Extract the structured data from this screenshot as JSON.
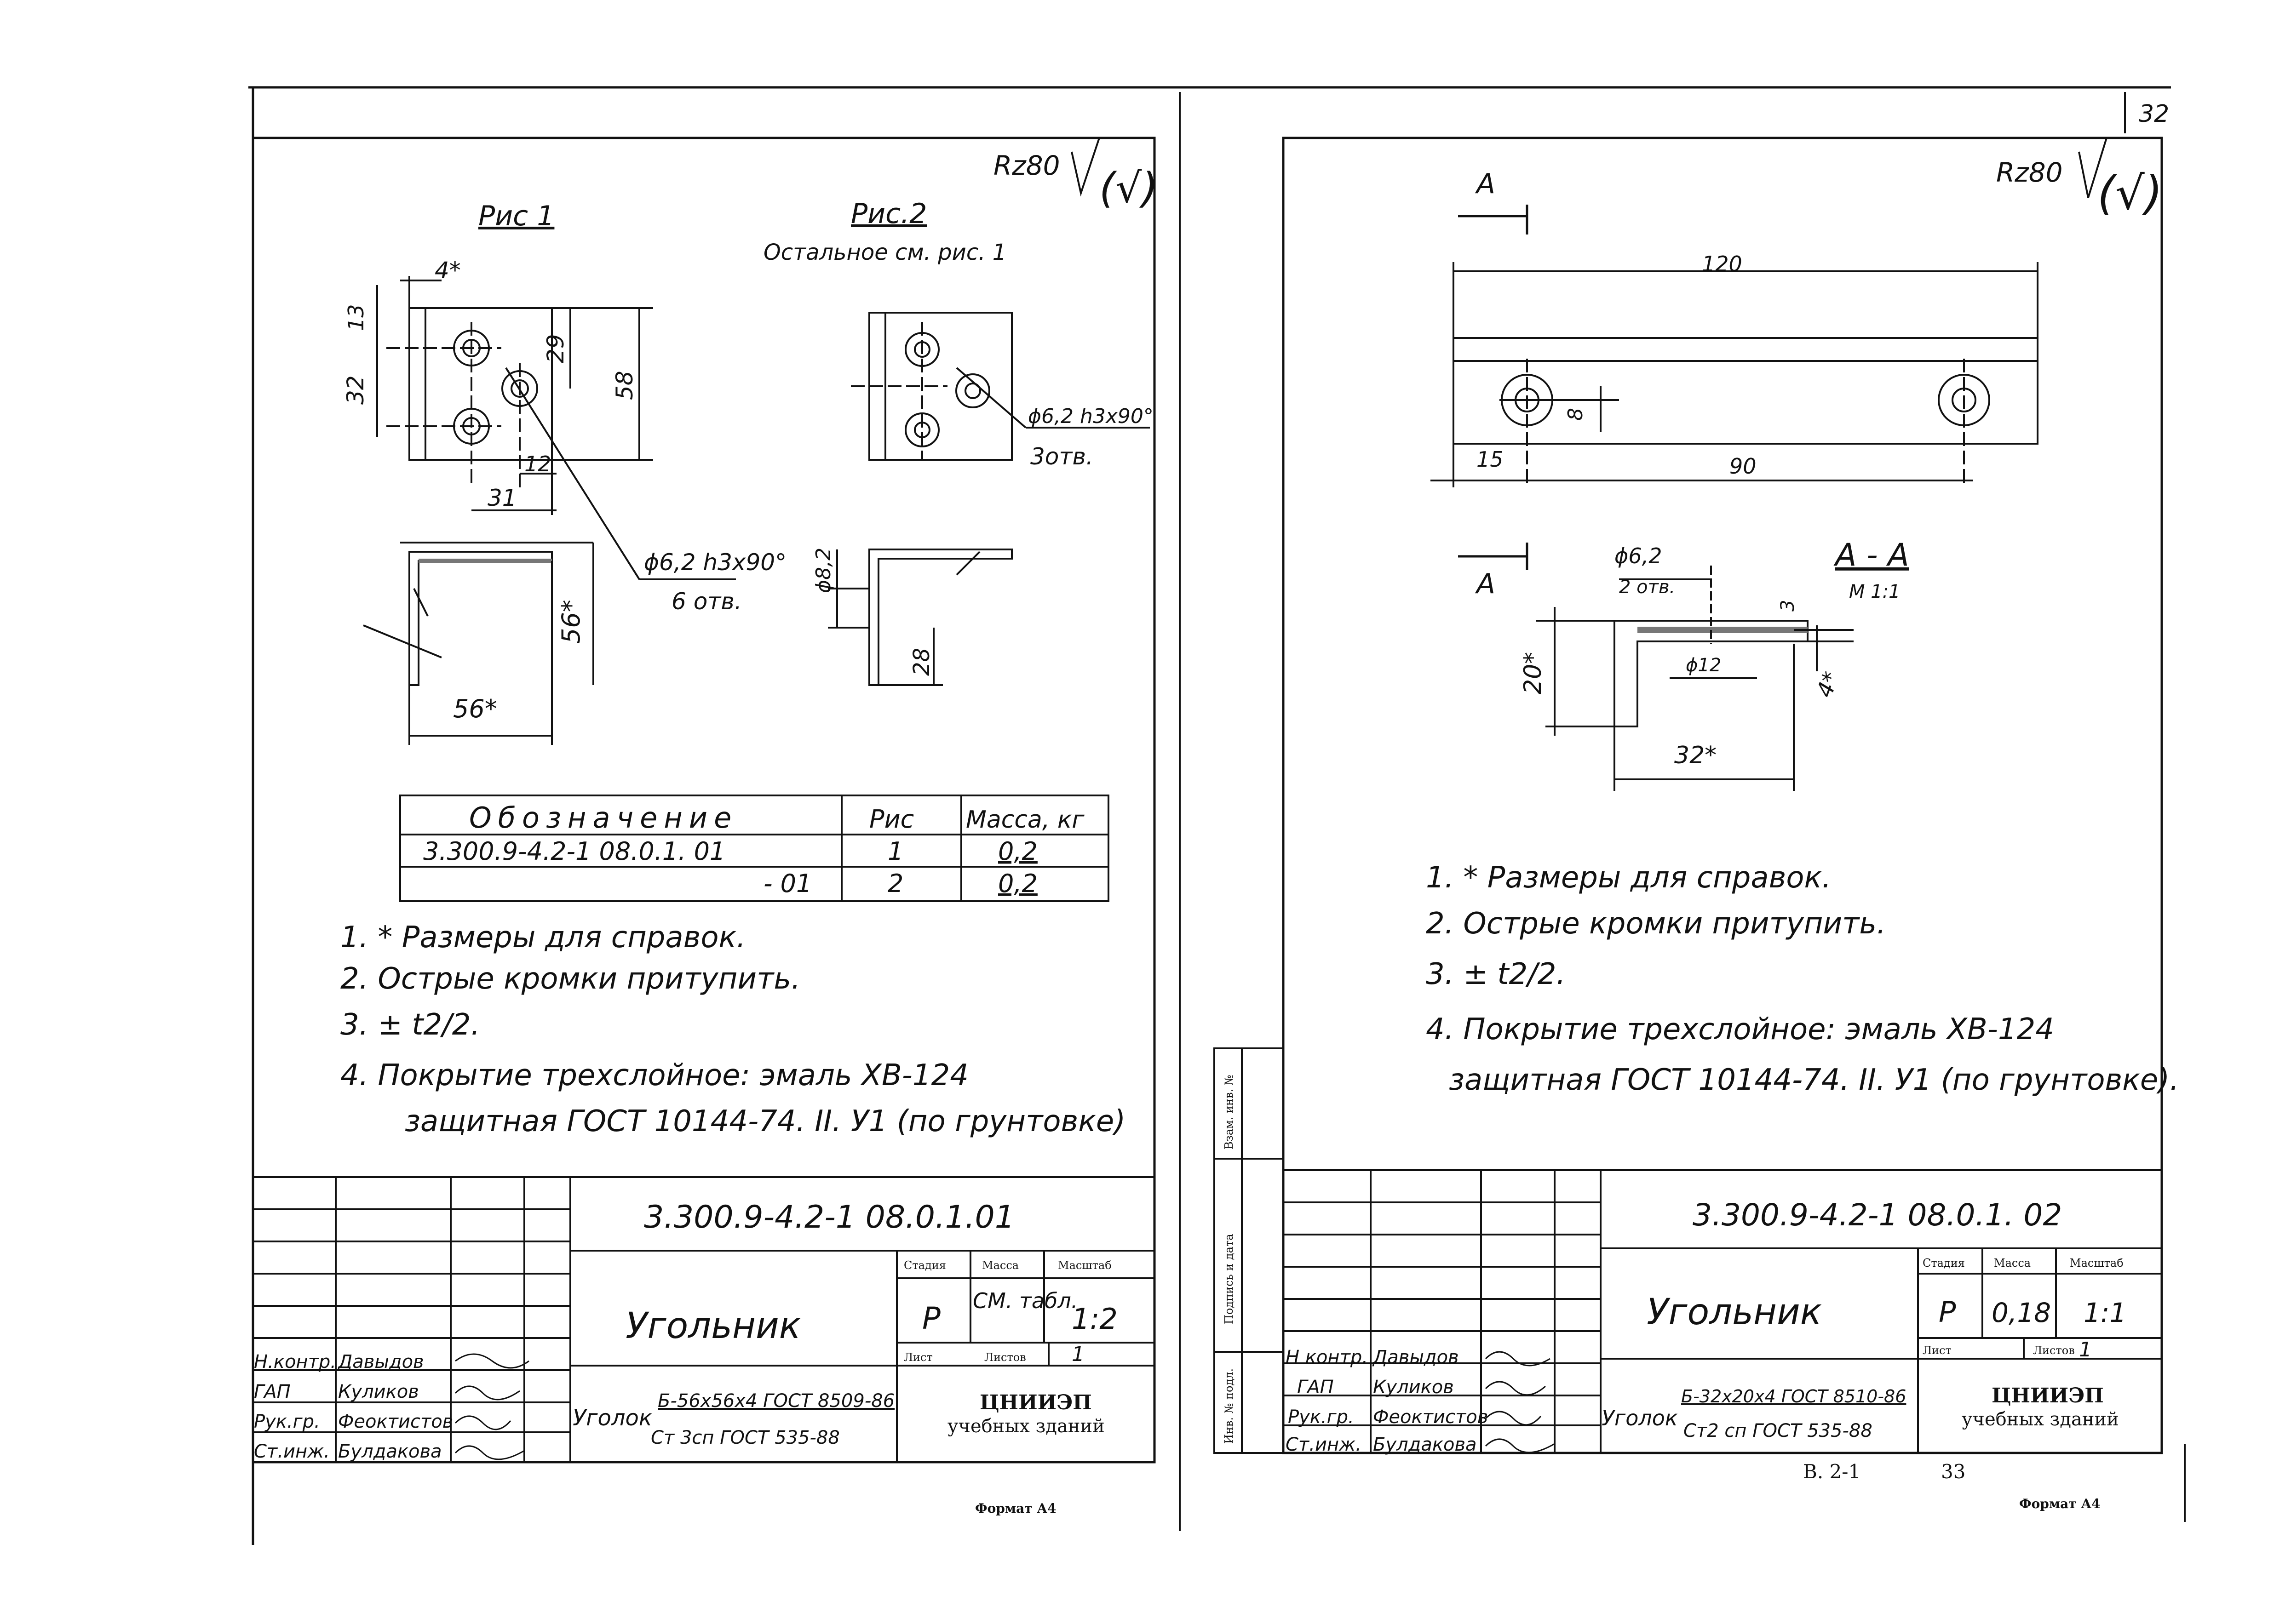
{
  "page_number": "32",
  "left_sheet": {
    "roughness": "Rz80",
    "fig1_title": "Рис 1",
    "fig2_title": "Рис.2",
    "fig2_note": "Остальное см. рис. 1",
    "dims_fig1": {
      "d4": "4*",
      "d13": "13",
      "d32": "32",
      "d29": "29",
      "d58": "58",
      "d12": "12",
      "d31": "31",
      "d56v": "56*",
      "d56h": "56*"
    },
    "hole_label_1": "ϕ6,2 h3x90°",
    "hole_count_1": "6 отв.",
    "hole_label_2": "ϕ6,2 h3x90°",
    "hole_count_2": "3отв.",
    "d82": "ϕ8,2",
    "d28": "28",
    "table": {
      "headers": [
        "Обозначение",
        "Рис",
        "Масса, кг"
      ],
      "rows": [
        [
          "3.300.9-4.2-1 08.0.1. 01",
          "1",
          "0,2"
        ],
        [
          "- 01",
          "2",
          "0,2"
        ]
      ]
    },
    "notes": [
      "1. * Размеры для справок.",
      "2. Острые кромки притупить.",
      "3. ± t2/2.",
      "4. Покрытие трехслойное: эмаль ХВ-124",
      "защитная ГОСТ 10144-74. II. У1 (по грунтовке)"
    ],
    "title_block": {
      "code": "3.300.9-4.2-1 08.0.1.01",
      "name": "Угольник",
      "stage_label": "Стадия",
      "mass_label": "Масса",
      "scale_label": "Масштаб",
      "stage": "Р",
      "mass": "СМ. табл.",
      "scale": "1:2",
      "sheet_label": "Лист",
      "sheets_label": "Листов",
      "sheets": "1",
      "material_prefix": "Уголок",
      "material_top": "Б-56х56х4 ГОСТ 8509-86",
      "material_bottom": "Ст 3сп ГОСТ 535-88",
      "org_1": "ЦНИИЭП",
      "org_2": "учебных зданий",
      "roles": [
        "Н.контр.",
        "ГАП",
        "Рук.гр.",
        "Ст.инж."
      ],
      "names": [
        "Давыдов",
        "Куликов",
        "Феоктистов",
        "Булдакова"
      ],
      "format": "Формат А4"
    }
  },
  "right_sheet": {
    "roughness": "Rz80",
    "section_mark": "А",
    "dims": {
      "d120": "120",
      "d15": "15",
      "d90": "90",
      "d8": "8",
      "d62": "ϕ6,2",
      "holes": "2 отв.",
      "d3": "3",
      "d20": "20*",
      "d12": "ϕ12",
      "d4": "4*",
      "d32": "32*"
    },
    "section_title": "А - А",
    "section_scale": "М 1:1",
    "notes": [
      "1. * Размеры для справок.",
      "2. Острые кромки притупить.",
      "3. ± t2/2.",
      "4. Покрытие трехслойное: эмаль ХВ-124",
      "защитная ГОСТ 10144-74. II. У1 (по грунтовке)."
    ],
    "side_stamp": [
      "Взам. инв. №",
      "Подпись и дата",
      "Инв. № подл."
    ],
    "title_block": {
      "code": "3.300.9-4.2-1 08.0.1. 02",
      "name": "Угольник",
      "stage_label": "Стадия",
      "mass_label": "Масса",
      "scale_label": "Масштаб",
      "stage": "Р",
      "mass": "0,18",
      "scale": "1:1",
      "sheet_label": "Лист",
      "sheets_label": "Листов",
      "sheets": "1",
      "material_prefix": "Уголок",
      "material_top": "Б-32х20х4 ГОСТ 8510-86",
      "material_bottom": "Ст2 сп ГОСТ 535-88",
      "org_1": "ЦНИИЭП",
      "org_2": "учебных зданий",
      "roles": [
        "Н контр.",
        "ГАП",
        "Рук.гр.",
        "Ст.инж."
      ],
      "names": [
        "Давыдов",
        "Куликов",
        "Феоктистов",
        "Булдакова"
      ],
      "format": "Формат А4",
      "footer": "В. 2-1",
      "footer_page": "33"
    }
  }
}
